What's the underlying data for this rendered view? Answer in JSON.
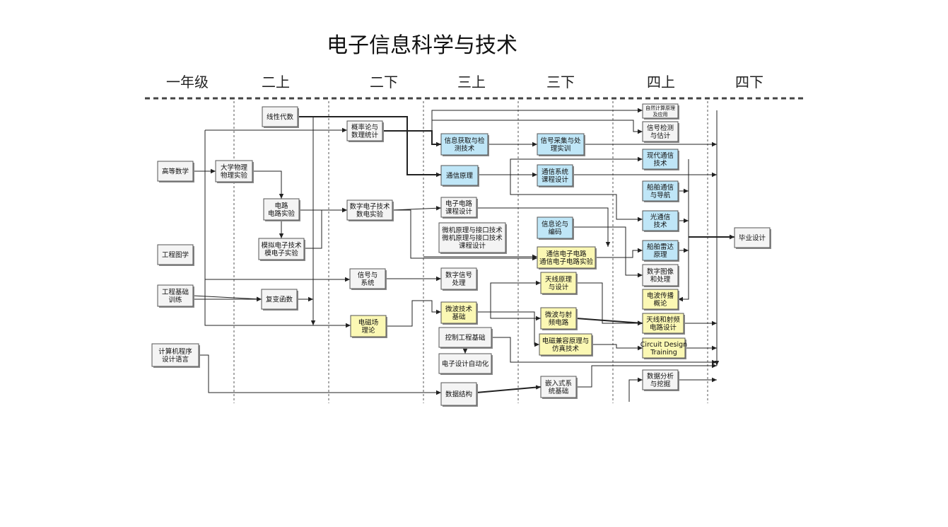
{
  "title": "电子信息科学与技术",
  "semesters": [
    "一年级",
    "二上",
    "二下",
    "三上",
    "三下",
    "四上",
    "四下"
  ],
  "colors": {
    "white": "#f4f4f4",
    "blue": "#bfe6f7",
    "yellow": "#fbf8b4"
  },
  "courses": [
    {
      "id": "gdsx",
      "label": [
        "高等数学"
      ],
      "color": "white"
    },
    {
      "id": "gctx",
      "label": [
        "工程图学"
      ],
      "color": "white"
    },
    {
      "id": "gcjc",
      "label": [
        "工程基础",
        "训练"
      ],
      "color": "white"
    },
    {
      "id": "jsj",
      "label": [
        "计算机程序",
        "设计语言"
      ],
      "color": "white"
    },
    {
      "id": "xxds",
      "label": [
        "线性代数"
      ],
      "color": "white"
    },
    {
      "id": "dxwl",
      "label": [
        "大学物理",
        "物理实验"
      ],
      "color": "white"
    },
    {
      "id": "dl",
      "label": [
        "电路",
        "电路实验"
      ],
      "color": "white"
    },
    {
      "id": "mndz",
      "label": [
        "模拟电子技术",
        "模电子实验"
      ],
      "color": "white"
    },
    {
      "id": "fbhs",
      "label": [
        "复变函数"
      ],
      "color": "white"
    },
    {
      "id": "gll",
      "label": [
        "概率论与",
        "数理统计"
      ],
      "color": "white"
    },
    {
      "id": "szdz",
      "label": [
        "数字电子技术",
        "数电实验"
      ],
      "color": "white"
    },
    {
      "id": "xhxt",
      "label": [
        "信号与",
        "系统"
      ],
      "color": "white"
    },
    {
      "id": "dcc",
      "label": [
        "电磁场",
        "理论"
      ],
      "color": "yellow"
    },
    {
      "id": "xxhq",
      "label": [
        "信息获取与检",
        "测技术"
      ],
      "color": "blue"
    },
    {
      "id": "txyl",
      "label": [
        "通信原理"
      ],
      "color": "blue"
    },
    {
      "id": "dldsj",
      "label": [
        "电子电路",
        "课程设计"
      ],
      "color": "white"
    },
    {
      "id": "wjyl",
      "label": [
        "微机原理与接口技术",
        "微机原理与接口技术",
        "课程设计"
      ],
      "color": "white"
    },
    {
      "id": "szxhcl",
      "label": [
        "数字信号",
        "处理"
      ],
      "color": "white"
    },
    {
      "id": "wbjs",
      "label": [
        "微波技术",
        "基础"
      ],
      "color": "yellow"
    },
    {
      "id": "kzgc",
      "label": [
        "控制工程基础"
      ],
      "color": "white"
    },
    {
      "id": "dzsj",
      "label": [
        "电子设计自动化"
      ],
      "color": "white"
    },
    {
      "id": "sjjg",
      "label": [
        "数据结构"
      ],
      "color": "white"
    },
    {
      "id": "xhcj",
      "label": [
        "信号采集与处",
        "理实训"
      ],
      "color": "blue"
    },
    {
      "id": "txxt",
      "label": [
        "通信系统",
        "课程设计"
      ],
      "color": "blue"
    },
    {
      "id": "xxlbm",
      "label": [
        "信息论与",
        "编码"
      ],
      "color": "blue"
    },
    {
      "id": "txdz",
      "label": [
        "通信电子电路",
        "通信电子电路实验"
      ],
      "color": "yellow"
    },
    {
      "id": "txyl2",
      "label": [
        "天线原理",
        "与设计"
      ],
      "color": "yellow"
    },
    {
      "id": "wbsp",
      "label": [
        "微波与射",
        "频电路"
      ],
      "color": "yellow"
    },
    {
      "id": "dcjr",
      "label": [
        "电磁兼容原理与",
        "仿真技术"
      ],
      "color": "yellow"
    },
    {
      "id": "qrs",
      "label": [
        "嵌入式系",
        "统基础"
      ],
      "color": "white"
    },
    {
      "id": "zrjs",
      "label": [
        "自然计算原理",
        "及应用"
      ],
      "color": "white",
      "small": true
    },
    {
      "id": "xhjc",
      "label": [
        "信号检测",
        "与估计"
      ],
      "color": "white"
    },
    {
      "id": "xdtx",
      "label": [
        "现代通信",
        "技术"
      ],
      "color": "blue"
    },
    {
      "id": "cbtx",
      "label": [
        "船舶通信",
        "与导航"
      ],
      "color": "blue"
    },
    {
      "id": "gtx",
      "label": [
        "光通信",
        "技术"
      ],
      "color": "blue"
    },
    {
      "id": "cbld",
      "label": [
        "船舶雷达",
        "原理"
      ],
      "color": "blue"
    },
    {
      "id": "sztx",
      "label": [
        "数字图像",
        "和处理"
      ],
      "color": "white"
    },
    {
      "id": "dbcb",
      "label": [
        "电波传播",
        "概论"
      ],
      "color": "yellow"
    },
    {
      "id": "txsp",
      "label": [
        "天线和射频",
        "电路设计"
      ],
      "color": "yellow"
    },
    {
      "id": "cdt",
      "label": [
        "Circuit Design",
        "Training"
      ],
      "color": "yellow"
    },
    {
      "id": "sjfx",
      "label": [
        "数据分析",
        "与挖掘"
      ],
      "color": "white"
    },
    {
      "id": "bysj",
      "label": [
        "毕业设计"
      ],
      "color": "white"
    }
  ]
}
